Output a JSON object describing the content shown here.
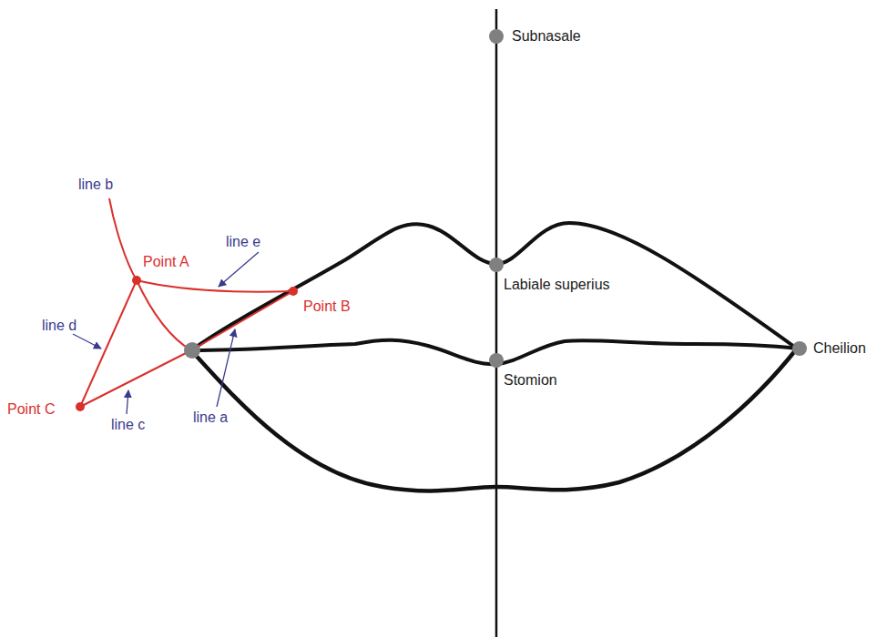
{
  "diagram": {
    "labels": [
      "Subnasale",
      "line b",
      "Point A",
      "line e",
      "Labiale superius",
      "Point B",
      "Cheilion",
      "line d",
      "Stomion",
      "Point C",
      "line c",
      "line a"
    ]
  }
}
